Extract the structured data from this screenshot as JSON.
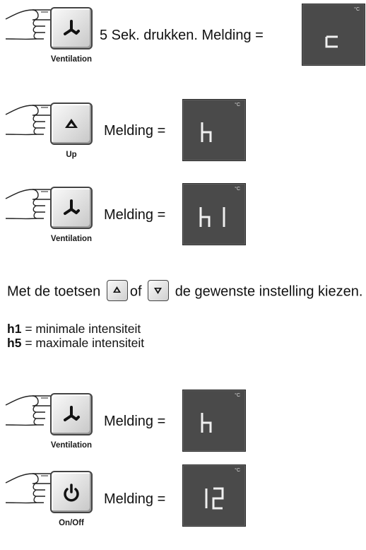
{
  "steps": [
    {
      "button_label": "Ventilation",
      "icon": "ventilation-icon",
      "message": "5 Sek. drukken. Melding =",
      "display_text": "c",
      "unit": "°C"
    },
    {
      "button_label": "Up",
      "icon": "up-arrow-icon",
      "message": "Melding =",
      "display_text": "h",
      "unit": "°C"
    },
    {
      "button_label": "Ventilation",
      "icon": "ventilation-icon",
      "message": "Melding =",
      "display_text": "h1",
      "unit": "°C"
    },
    {
      "button_label": "Ventilation",
      "icon": "ventilation-icon",
      "message": "Melding =",
      "display_text": "h",
      "unit": "°C"
    },
    {
      "button_label": "On/Off",
      "icon": "power-icon",
      "message": "Melding =",
      "display_text": "12",
      "unit": "°C"
    }
  ],
  "instruction": {
    "prefix": "Met de toetsen",
    "conj": "of",
    "suffix": "de gewenste instelling kiezen."
  },
  "legend": [
    {
      "code": "h1",
      "text": "= minimale intensiteit"
    },
    {
      "code": "h5",
      "text": "= maximale intensiteit"
    }
  ]
}
